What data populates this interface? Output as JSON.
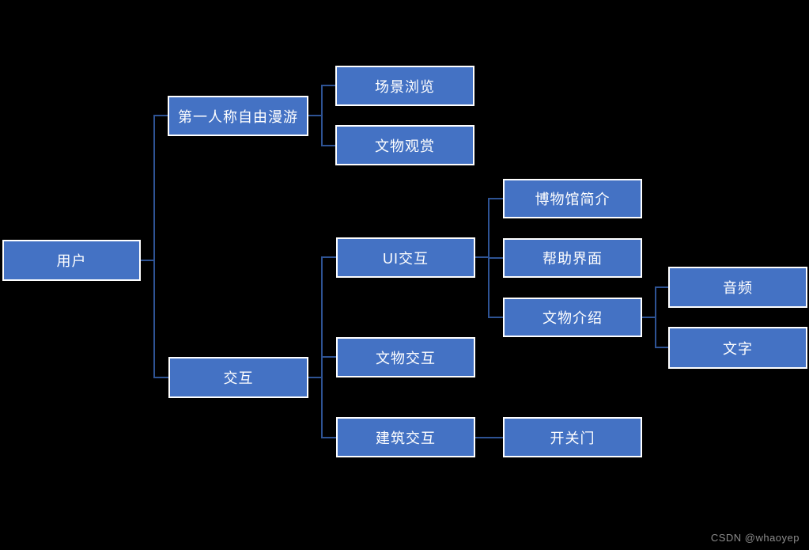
{
  "diagram": {
    "type": "tree",
    "orientation": "left-to-right",
    "colors": {
      "background": "#000000",
      "box_fill": "#4472C4",
      "box_border": "#FFFFFF",
      "box_text": "#FFFFFF",
      "connector": "#2E5394"
    },
    "nodes": [
      {
        "id": "user",
        "label": "用户",
        "parent": null
      },
      {
        "id": "first-person-roam",
        "label": "第一人称自由漫游",
        "parent": "user"
      },
      {
        "id": "scene-browse",
        "label": "场景浏览",
        "parent": "first-person-roam"
      },
      {
        "id": "relic-view",
        "label": "文物观赏",
        "parent": "first-person-roam"
      },
      {
        "id": "interaction",
        "label": "交互",
        "parent": "user"
      },
      {
        "id": "ui-interaction",
        "label": "UI交互",
        "parent": "interaction"
      },
      {
        "id": "relic-interaction",
        "label": "文物交互",
        "parent": "interaction"
      },
      {
        "id": "building-interaction",
        "label": "建筑交互",
        "parent": "interaction"
      },
      {
        "id": "museum-intro",
        "label": "博物馆简介",
        "parent": "ui-interaction"
      },
      {
        "id": "help-interface",
        "label": "帮助界面",
        "parent": "ui-interaction"
      },
      {
        "id": "relic-intro",
        "label": "文物介绍",
        "parent": "ui-interaction"
      },
      {
        "id": "door-switch",
        "label": "开关门",
        "parent": "building-interaction"
      },
      {
        "id": "audio",
        "label": "音频",
        "parent": "relic-intro"
      },
      {
        "id": "text",
        "label": "文字",
        "parent": "relic-intro"
      }
    ]
  },
  "watermark": {
    "text": "CSDN @whaoyep",
    "color": "#8B8B8B"
  }
}
